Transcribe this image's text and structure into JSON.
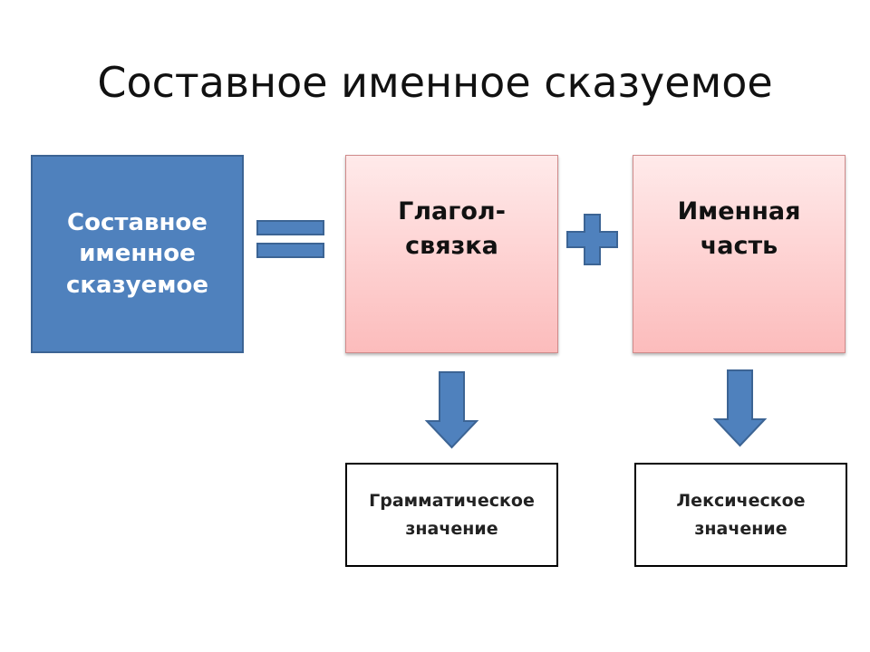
{
  "slide": {
    "title": "Составное именное сказуемое",
    "main_box": {
      "lines": [
        "Составное",
        "именное",
        "сказуемое"
      ]
    },
    "copula_box": {
      "lines": [
        "Глагол-",
        "связка"
      ]
    },
    "nominal_box": {
      "lines": [
        "Именная",
        "часть"
      ]
    },
    "grammatical_box": {
      "lines": [
        "Грамматическое",
        "значение"
      ]
    },
    "lexical_box": {
      "lines": [
        "Лексическое",
        "значение"
      ]
    }
  },
  "colors": {
    "main_fill": "#4f81bd",
    "main_border": "#3c6494",
    "pink_top": "#ffeaea",
    "pink_bottom": "#fcbcbc",
    "symbol_fill": "#4f81bd"
  },
  "icons": {
    "equals": "equals-sign-icon",
    "plus": "plus-sign-icon",
    "arrow": "arrow-down-icon"
  }
}
